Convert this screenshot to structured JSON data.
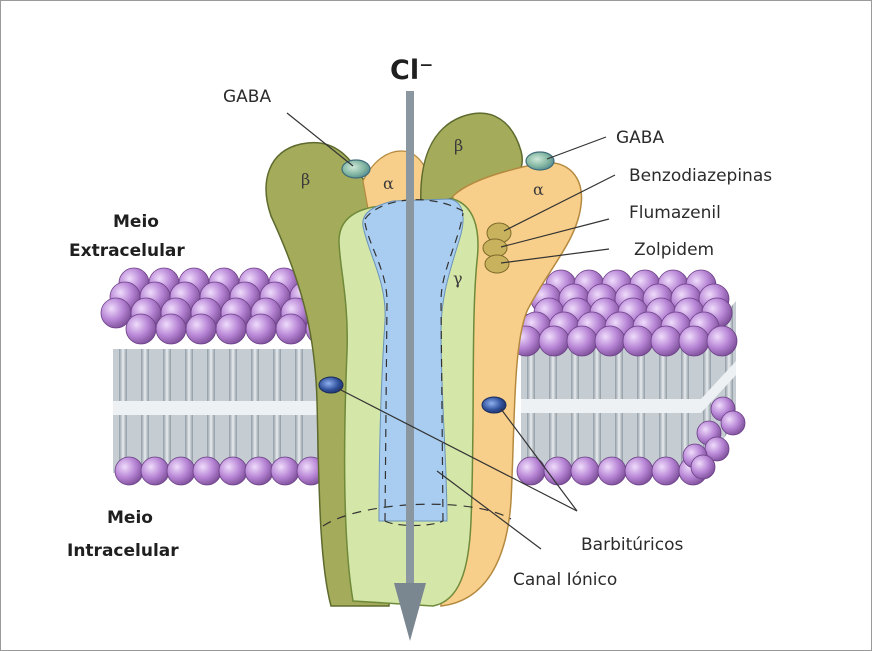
{
  "figure": {
    "ion_label": "Cl⁻",
    "regions": {
      "extracellular_line1": "Meio",
      "extracellular_line2": "Extracelular",
      "intracellular_line1": "Meio",
      "intracellular_line2": "Intracelular"
    },
    "subunits": {
      "beta_left": "β",
      "alpha_left": "α",
      "beta_right": "β",
      "alpha_right": "α",
      "gamma": "γ"
    },
    "callouts": {
      "gaba_left": "GABA",
      "gaba_right": "GABA",
      "benzodiazepinas": "Benzodiazepinas",
      "flumazenil": "Flumazenil",
      "zolpidem": "Zolpidem",
      "barbituricos": "Barbitúricos",
      "canal_ionico": "Canal Iónico"
    }
  },
  "colors": {
    "beta": "#a4ab5a",
    "alpha": "#f8cf8a",
    "gamma": "#d4e6a8",
    "channel": "#a9cdf0",
    "lipid_head": "#b886d6",
    "gaba_site": "#7fb4a0",
    "barbiturate_site": "#2f4f9a",
    "drug_site": "#c9b25e"
  }
}
